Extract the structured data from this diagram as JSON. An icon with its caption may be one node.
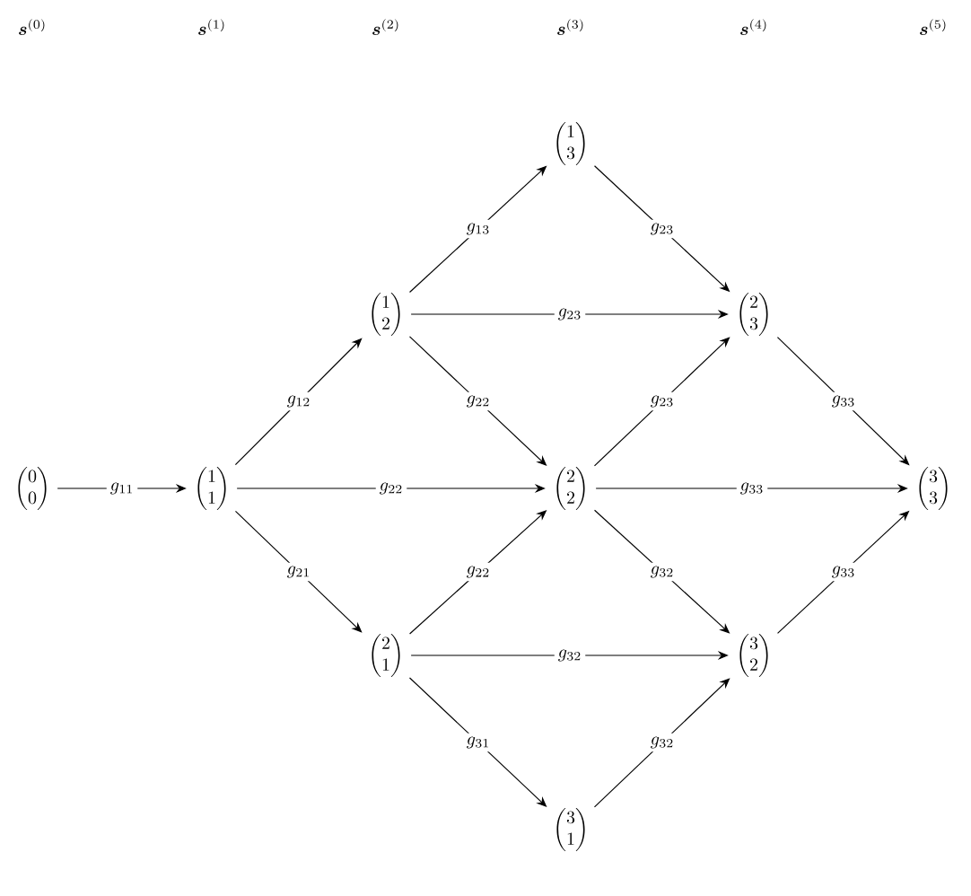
{
  "diagram": {
    "nodes": [
      {
        "text": [
          "\\begin{pmatrix}0\\\\0\\end{pmatrix}"
        ]
      },
      {
        "text": [
          "\\begin{pmatrix}1\\\\1\\end{pmatrix}"
        ]
      },
      {
        "text": [
          "\\begin{pmatrix}1\\\\2\\end{pmatrix}"
        ]
      },
      {
        "text": [
          "\\begin{pmatrix}2\\\\2\\end{pmatrix}"
        ]
      },
      {
        "text": [
          "\\begin{pmatrix}2\\\\1\\end{pmatrix}"
        ]
      },
      {
        "text": [
          "\\begin{pmatrix}1\\\\3\\end{pmatrix}"
        ]
      },
      {
        "text": [
          "\\begin{pmatrix}2\\\\3\\end{pmatrix}"
        ]
      },
      {
        "text": [
          "\\begin{pmatrix}3\\\\2\\end{pmatrix}"
        ]
      },
      {
        "text": [
          "\\begin{pmatrix}3\\\\1\\end{pmatrix}"
        ]
      },
      {
        "text": [
          "\\begin{pmatrix}3\\\\3\\end{pmatrix}"
        ]
      }
    ],
    "edges": [
      {
        "from": 0,
        "to": 1,
        "arrow": "to",
        "label": "g_{11}"
      },
      {
        "from": 1,
        "to": 2,
        "arrow": "to",
        "label": "g_{12}"
      },
      {
        "from": 1,
        "to": 3,
        "arrow": "to",
        "label": "g_{22}"
      },
      {
        "from": 1,
        "to": 4,
        "arrow": "to",
        "label": "g_{21}"
      },
      {
        "from": 2,
        "to": 5,
        "arrow": "to",
        "label": "g_{13}"
      },
      {
        "from": 2,
        "to": 6,
        "arrow": "to",
        "label": "g_{23}"
      },
      {
        "from": 2,
        "to": 3,
        "arrow": "to",
        "label": "g_{22}"
      },
      {
        "from": 4,
        "to": 3,
        "arrow": "to",
        "label": "g_{22}"
      },
      {
        "from": 4,
        "to": 7,
        "arrow": "to",
        "label": "g_{32}"
      },
      {
        "from": 4,
        "to": 8,
        "arrow": "to",
        "label": "g_{31}"
      },
      {
        "from": 5,
        "to": 6,
        "arrow": "to",
        "label": "g_{23}"
      },
      {
        "from": 3,
        "to": 6,
        "arrow": "to",
        "label": "g_{23}"
      },
      {
        "from": 3,
        "to": 9,
        "arrow": "to",
        "label": "g_{33}"
      },
      {
        "from": 3,
        "to": 7,
        "arrow": "to",
        "label": "g_{32}"
      },
      {
        "from": 8,
        "to": 7,
        "arrow": "to",
        "label": "g_{32}"
      },
      {
        "from": 6,
        "to": 9,
        "arrow": "to",
        "label": "g_{33}"
      },
      {
        "from": 7,
        "to": 9,
        "arrow": "to",
        "label": "g_{33}"
      }
    ],
    "labels": [
      "\\boldsymbol{s}^{(0)}",
      "\\boldsymbol{s}^{(1)}",
      "\\boldsymbol{s}^{(2)}",
      "\\boldsymbol{s}^{(3)}",
      "\\boldsymbol{s}^{(4)}",
      "\\boldsymbol{s}^{(5)}"
    ]
  }
}
